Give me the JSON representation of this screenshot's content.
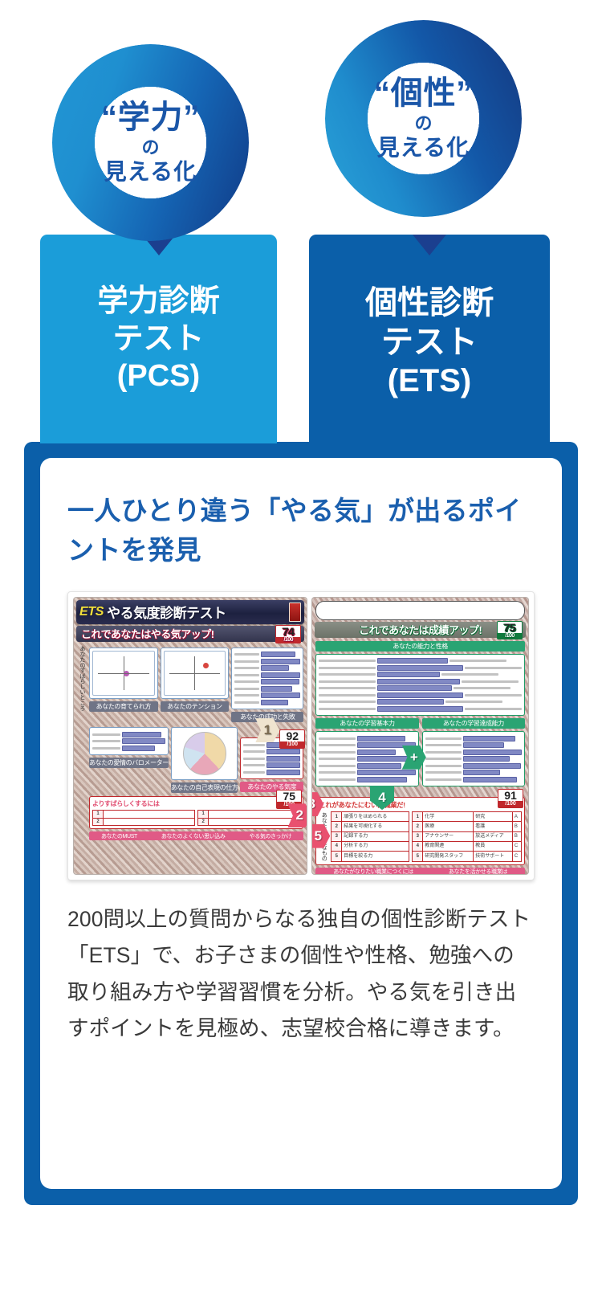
{
  "circles": [
    {
      "id": "pcs",
      "quoted_word": "“学力”",
      "particle": "の",
      "subtitle": "見える化"
    },
    {
      "id": "ets",
      "quoted_word": "“個性”",
      "particle": "の",
      "subtitle": "見える化"
    }
  ],
  "tabs": [
    {
      "id": "pcs",
      "line1": "学力診断",
      "line2": "テスト",
      "line3": "(PCS)",
      "color": "#1b9dd9",
      "active": false
    },
    {
      "id": "ets",
      "line1": "個性診断",
      "line2": "テスト",
      "line3": "(ETS)",
      "color": "#0b5fa9",
      "active": true
    }
  ],
  "panel": {
    "frame_color": "#0b5fa9",
    "heading": "一人ひとり違う「やる気」が出るポイントを発見",
    "heading_color": "#1a5fae",
    "body": "200問以上の質問からなる独自の個性診断テスト「ETS」で、お子さまの個性や性格、勉強への取り組み方や学習習慣を分析。やる気を引き出すポイントを見極め、志望校合格に導きます。"
  },
  "sheet": {
    "logo": "ETS",
    "title": "やる気度診断テスト",
    "left_ribbon": "これであなたはやる気アップ!",
    "left_badge": "74",
    "right_ribbon": "これであなたは成績アップ!",
    "right_badge": "75",
    "denominator": "/100",
    "left_vertical_label": "あなたのすばらしいところ",
    "sections": [
      {
        "label": "あなたの育てられ方"
      },
      {
        "label": "あなたのテンション"
      },
      {
        "label": "あなたの成功と失敗"
      },
      {
        "label": "あなたの愛情のバロメーター"
      },
      {
        "label": "あなたの自己表現の仕方"
      },
      {
        "label": "よりすばらしくするには"
      },
      {
        "label": "あなたのMUST"
      },
      {
        "label": "あなたのよくない思い込み"
      },
      {
        "label": "やる気のきっかけ"
      }
    ],
    "motivation_box": {
      "title": "あなたのやる気度",
      "score": "92"
    },
    "improve_box": {
      "title": "よりすばらしくするには",
      "score": "75"
    },
    "right_sections": [
      {
        "label": "あなたの能力と性格"
      },
      {
        "label": "あなたの学習基本力"
      },
      {
        "label": "あなたの学習達成能力"
      }
    ],
    "job_box": {
      "title": "これがあなたにむいた職業だ!",
      "score": "91"
    },
    "job_vertical_label": "あなたに必要なもの",
    "job_rows_left": [
      {
        "n": "1",
        "t": "頑張りをほめられる"
      },
      {
        "n": "2",
        "t": "結果を可視化する"
      },
      {
        "n": "3",
        "t": "記録する力"
      },
      {
        "n": "4",
        "t": "分析する力"
      },
      {
        "n": "5",
        "t": "目標を絞る力"
      }
    ],
    "job_rows_right": [
      {
        "n": "1",
        "t": "化学",
        "c": "研究",
        "g": "A"
      },
      {
        "n": "2",
        "t": "医療",
        "c": "看護",
        "g": "B"
      },
      {
        "n": "3",
        "t": "アナウンサー",
        "c": "放送メディア",
        "g": "B"
      },
      {
        "n": "4",
        "t": "教育関連",
        "c": "教員",
        "g": "C"
      },
      {
        "n": "5",
        "t": "研究開発スタッフ",
        "c": "技術サポート",
        "g": "C"
      }
    ],
    "job_foot_left": "あなたがなりたい職業につくには",
    "job_foot_right": "あなたを活かせる職業は",
    "markers": [
      "1",
      "2",
      "3",
      "4",
      "5"
    ]
  }
}
